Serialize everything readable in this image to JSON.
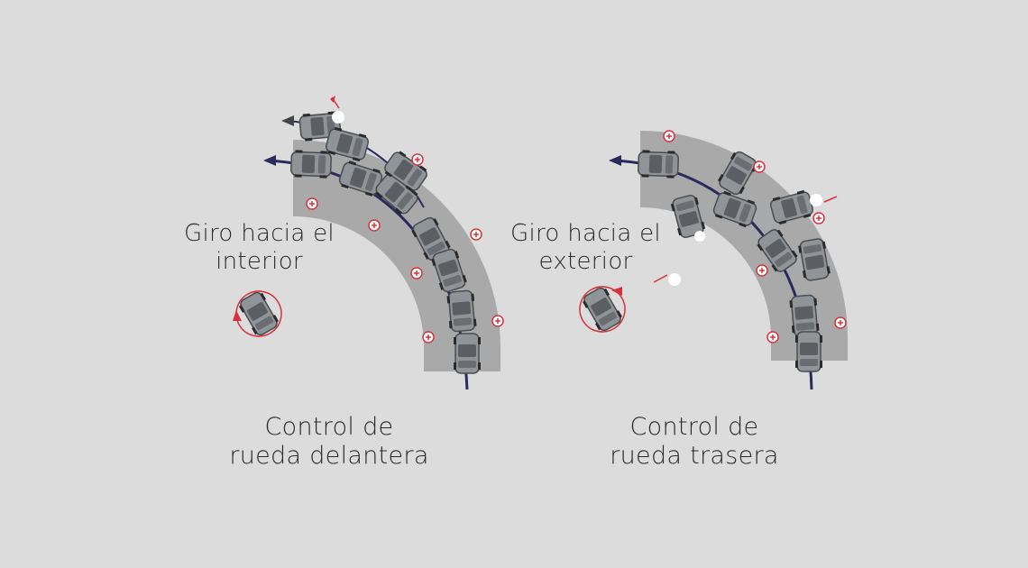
{
  "diagram": {
    "colors": {
      "background": "#dcdcdc",
      "road": "#a9a9a9",
      "path": "#2b2a5e",
      "car_body": "#8f9499",
      "car_window": "#5b5f63",
      "accent": "#d8323c"
    },
    "left": {
      "turn_label_line1": "Giro hacia el",
      "turn_label_line2": "interior",
      "caption_line1": "Control de",
      "caption_line2": "rueda delantera"
    },
    "right": {
      "turn_label_line1": "Giro hacia el",
      "turn_label_line2": "exterior",
      "caption_line1": "Control de",
      "caption_line2": "rueda trasera"
    }
  }
}
